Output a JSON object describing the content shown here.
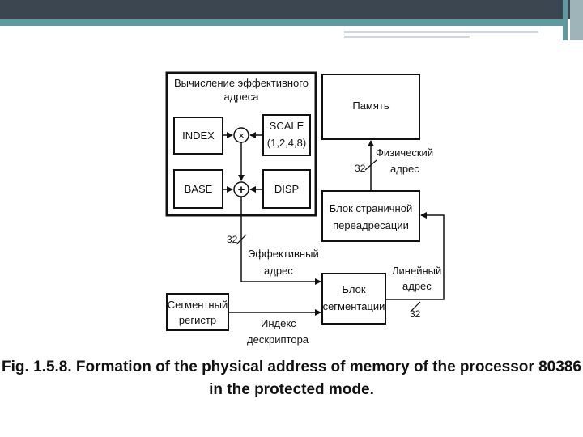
{
  "blocks": {
    "effective_address_title": [
      "Вычисление эффективного",
      "адреса"
    ],
    "index": "INDEX",
    "base": "BASE",
    "scale": [
      "SCALE",
      "(1,2,4,8)"
    ],
    "disp": "DISP",
    "multiply_symbol": "×",
    "add_symbol": "+",
    "memory": "Память",
    "paging_unit": [
      "Блок страничной",
      "переадресации"
    ],
    "segmentation_unit": [
      "Блок",
      "сегментации"
    ],
    "segment_register": [
      "Сегментный",
      "регистр"
    ]
  },
  "signals": {
    "physical_address": [
      "Физический",
      "адрес"
    ],
    "effective_address": [
      "Эффективный",
      "адрес"
    ],
    "linear_address": [
      "Линейный",
      "адрес"
    ],
    "descriptor_index": [
      "Индекс",
      "дескриптора"
    ],
    "bus_width_physical": "32",
    "bus_width_effective": "32",
    "bus_width_linear": "32"
  },
  "caption": {
    "line1": "Fig. 1.5.8. Formation of the physical address of memory of the processor 80386",
    "line2": "in the protected mode."
  }
}
